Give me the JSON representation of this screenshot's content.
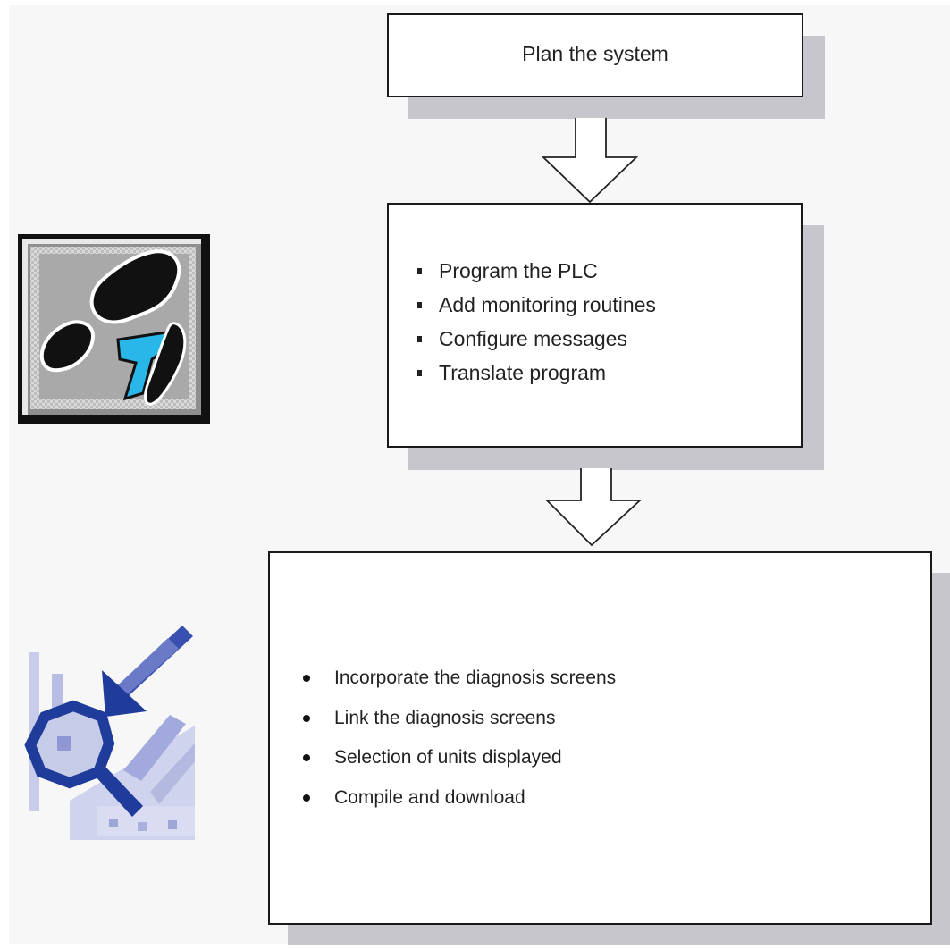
{
  "diagram": {
    "step1": {
      "label": "Plan the system"
    },
    "step2": {
      "items": [
        {
          "label": "Program the PLC"
        },
        {
          "label": "Add monitoring routines"
        },
        {
          "label": "Configure messages"
        },
        {
          "label": "Translate program"
        }
      ]
    },
    "step3": {
      "items": [
        {
          "label": "Incorporate the diagnosis screens"
        },
        {
          "label": "Link the diagnosis screens"
        },
        {
          "label": "Selection of units displayed"
        },
        {
          "label": "Compile and download"
        }
      ]
    },
    "icons": {
      "step7": "step7-footprint-icon",
      "diagnosis": "diagnosis-magnifier-icon"
    },
    "colors": {
      "box_border": "#1a1a1a",
      "shadow": "#c6c6cc",
      "step7_accent": "#29b6e8",
      "diagnosis_blue": "#1f3c9a"
    }
  }
}
